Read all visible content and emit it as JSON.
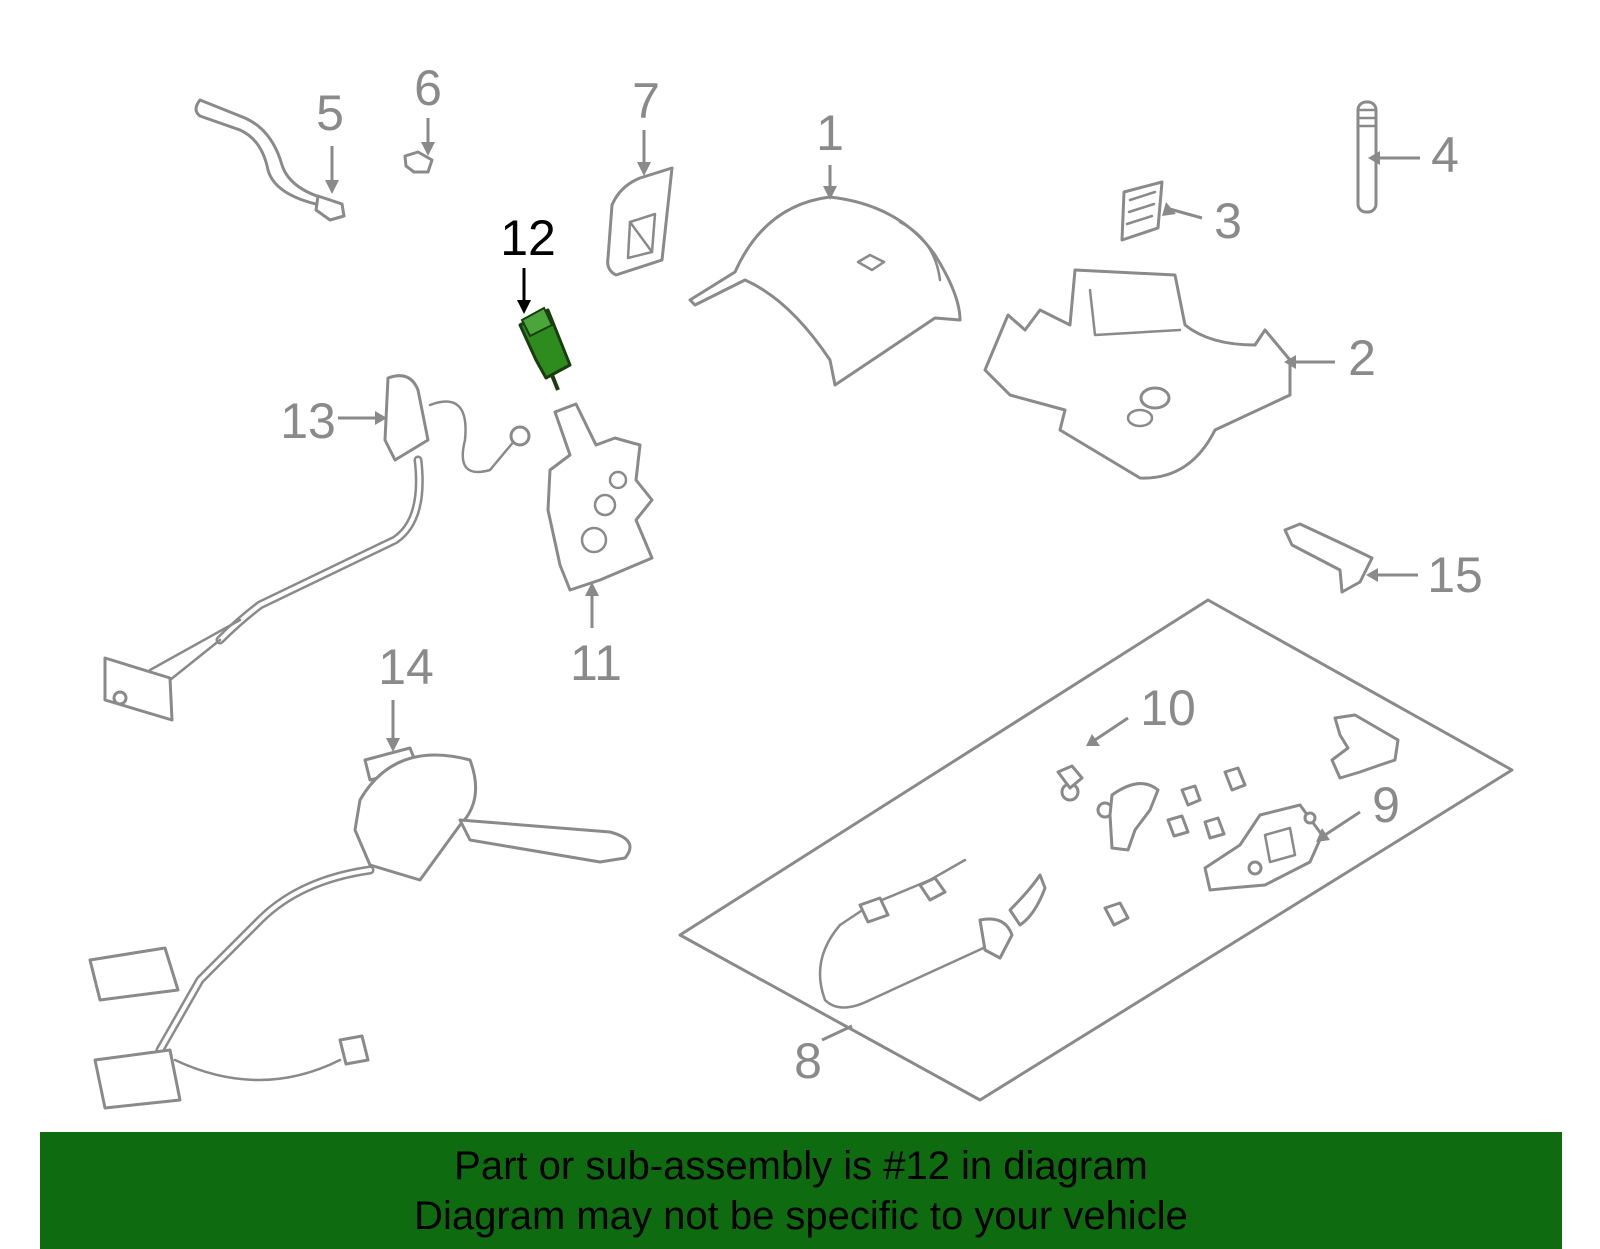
{
  "diagram": {
    "highlight_color": "#2e8b1e",
    "banner_color": "#0f6b0f",
    "callouts": [
      {
        "id": "1",
        "label": "1"
      },
      {
        "id": "2",
        "label": "2"
      },
      {
        "id": "3",
        "label": "3"
      },
      {
        "id": "4",
        "label": "4"
      },
      {
        "id": "5",
        "label": "5"
      },
      {
        "id": "6",
        "label": "6"
      },
      {
        "id": "7",
        "label": "7"
      },
      {
        "id": "8",
        "label": "8"
      },
      {
        "id": "9",
        "label": "9"
      },
      {
        "id": "10",
        "label": "10"
      },
      {
        "id": "11",
        "label": "11"
      },
      {
        "id": "12",
        "label": "12",
        "highlighted": true
      },
      {
        "id": "13",
        "label": "13"
      },
      {
        "id": "14",
        "label": "14"
      },
      {
        "id": "15",
        "label": "15"
      }
    ]
  },
  "banner": {
    "line1": "Part or sub-assembly is #12 in diagram",
    "line2": "Diagram may not be specific to your vehicle"
  }
}
